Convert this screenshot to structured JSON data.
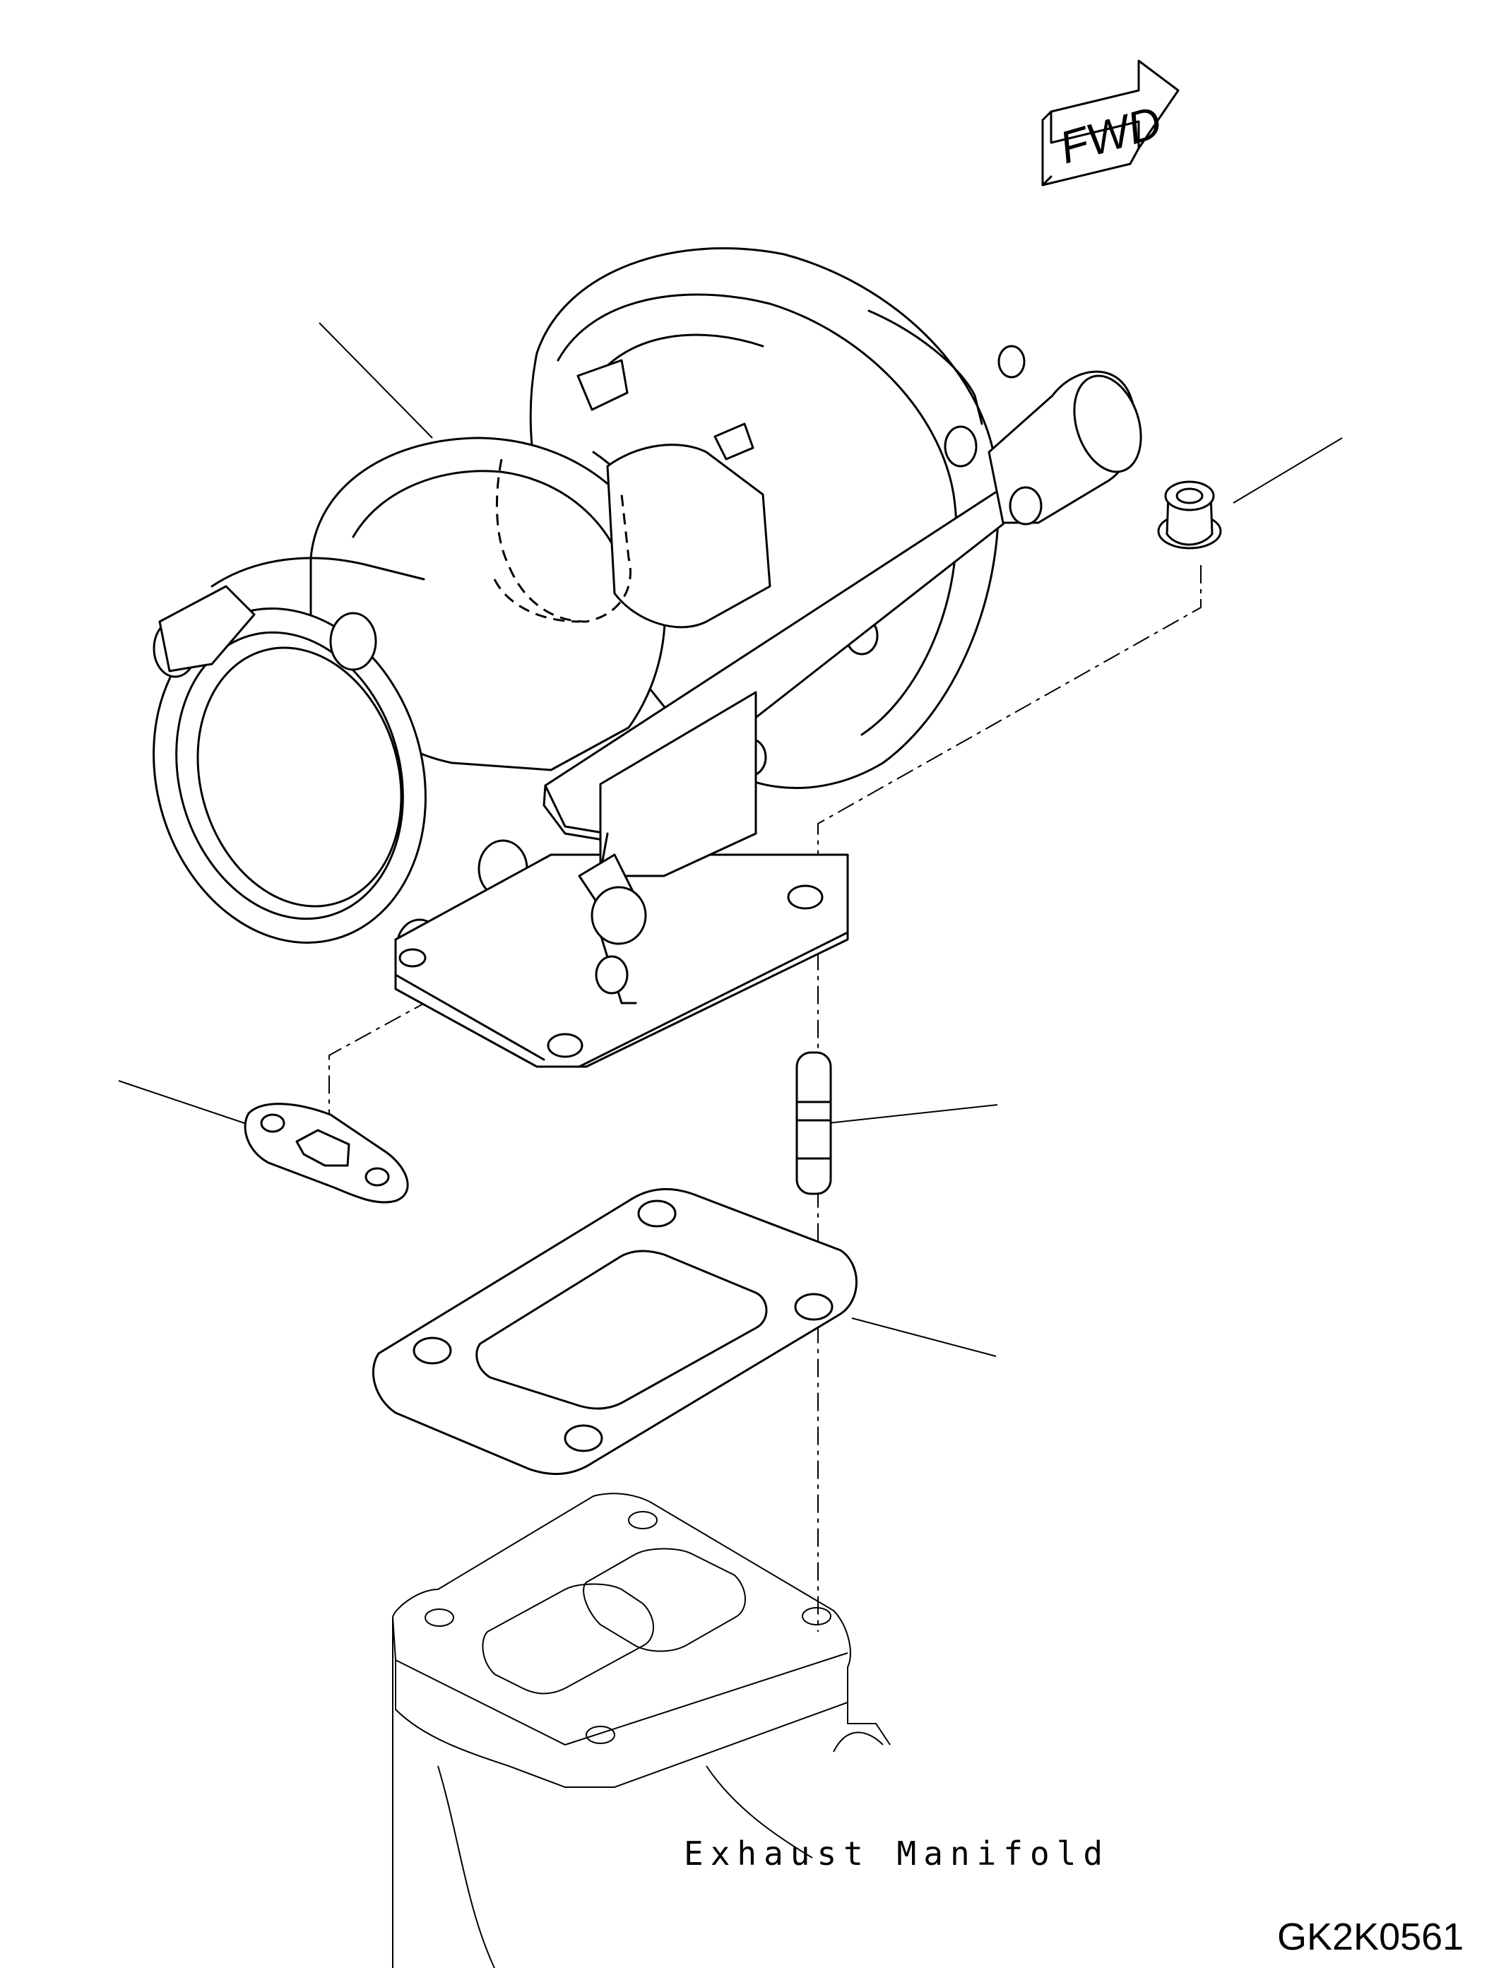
{
  "direction_marker": {
    "text": "FWD"
  },
  "caption": "Exhaust Manifold",
  "drawing_number": "GK2K0561",
  "colors": {
    "line": "#000000",
    "background": "#ffffff"
  }
}
